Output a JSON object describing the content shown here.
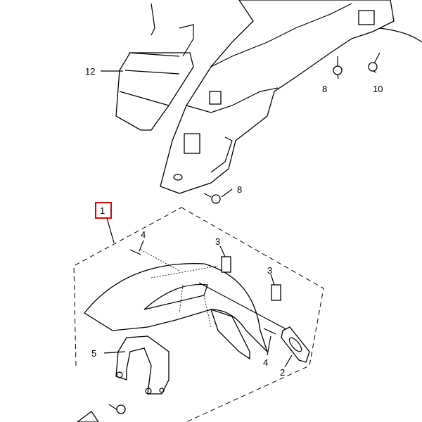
{
  "diagram": {
    "highlight_color": "#e00000",
    "callouts": {
      "front_fender_assy": "1",
      "bracket": "2",
      "damper_a": "3",
      "damper_b": "3",
      "pin_a": "4",
      "pin_b": "4",
      "stay": "5",
      "bolt_top": "8",
      "bolt_mid": "8",
      "bolt_right": "10",
      "flap": "12"
    }
  }
}
